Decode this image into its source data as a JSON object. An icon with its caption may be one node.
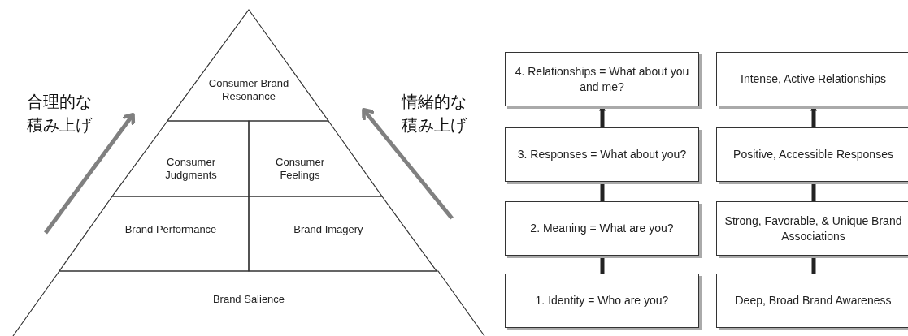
{
  "diagram": {
    "nodes": [
      {
        "text": [
          "Consumer Brand Resonance"
        ]
      },
      {
        "text": [
          "Consumer Judgments"
        ]
      },
      {
        "text": [
          "Consumer Feelings"
        ]
      },
      {
        "text": [
          "Brand Performance"
        ]
      },
      {
        "text": [
          "Brand Imagery"
        ]
      },
      {
        "text": [
          "Brand Salience"
        ]
      },
      {
        "text": [
          "4. Relationships = What about you and me?"
        ]
      },
      {
        "text": [
          "Intense, Active Relationships"
        ]
      },
      {
        "text": [
          "3. Responses = What about you?"
        ]
      },
      {
        "text": [
          "Positive, Accessible Responses"
        ]
      },
      {
        "text": [
          "2. Meaning = What are you?"
        ]
      },
      {
        "text": [
          "Strong, Favorable, & Unique Brand Associations"
        ]
      },
      {
        "text": [
          "1. Identity = Who are you?"
        ]
      },
      {
        "text": [
          "Deep, Broad Brand Awareness"
        ]
      }
    ],
    "edges": [
      {
        "from": 12,
        "to": 10,
        "arrow": "none"
      },
      {
        "from": 10,
        "to": 8,
        "arrow": "none"
      },
      {
        "from": 8,
        "to": 6,
        "arrow": "to"
      },
      {
        "from": 13,
        "to": 11,
        "arrow": "none"
      },
      {
        "from": 11,
        "to": 9,
        "arrow": "none"
      },
      {
        "from": 9,
        "to": 7,
        "arrow": "to"
      }
    ],
    "labels": [
      "合理的な積み上げ",
      "情緒的な積み上げ"
    ]
  }
}
